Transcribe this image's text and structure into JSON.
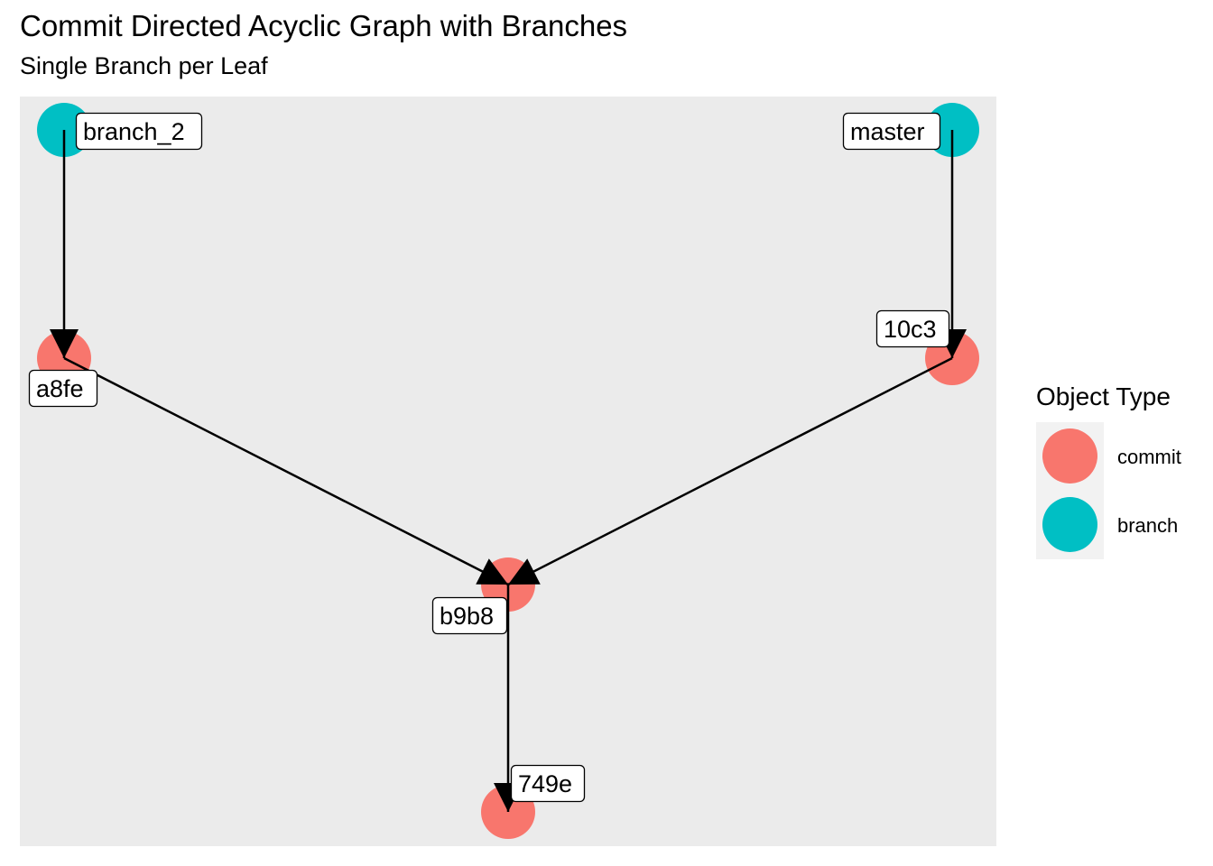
{
  "title": "Commit Directed Acyclic Graph with Branches",
  "subtitle": "Single Branch per Leaf",
  "legend": {
    "title": "Object Type",
    "items": [
      {
        "label": "commit",
        "color": "#F8766D"
      },
      {
        "label": "branch",
        "color": "#00BFC4"
      }
    ]
  },
  "colors": {
    "commit": "#F8766D",
    "branch": "#00BFC4",
    "panel": "#EBEBEB",
    "edge": "#000000"
  },
  "nodes": [
    {
      "id": "branch_2",
      "type": "branch"
    },
    {
      "id": "master",
      "type": "branch"
    },
    {
      "id": "a8fe",
      "type": "commit"
    },
    {
      "id": "10c3",
      "type": "commit"
    },
    {
      "id": "b9b8",
      "type": "commit"
    },
    {
      "id": "749e",
      "type": "commit"
    }
  ],
  "edges": [
    {
      "from": "branch_2",
      "to": "a8fe"
    },
    {
      "from": "master",
      "to": "10c3"
    },
    {
      "from": "a8fe",
      "to": "b9b8"
    },
    {
      "from": "10c3",
      "to": "b9b8"
    },
    {
      "from": "b9b8",
      "to": "749e"
    }
  ]
}
